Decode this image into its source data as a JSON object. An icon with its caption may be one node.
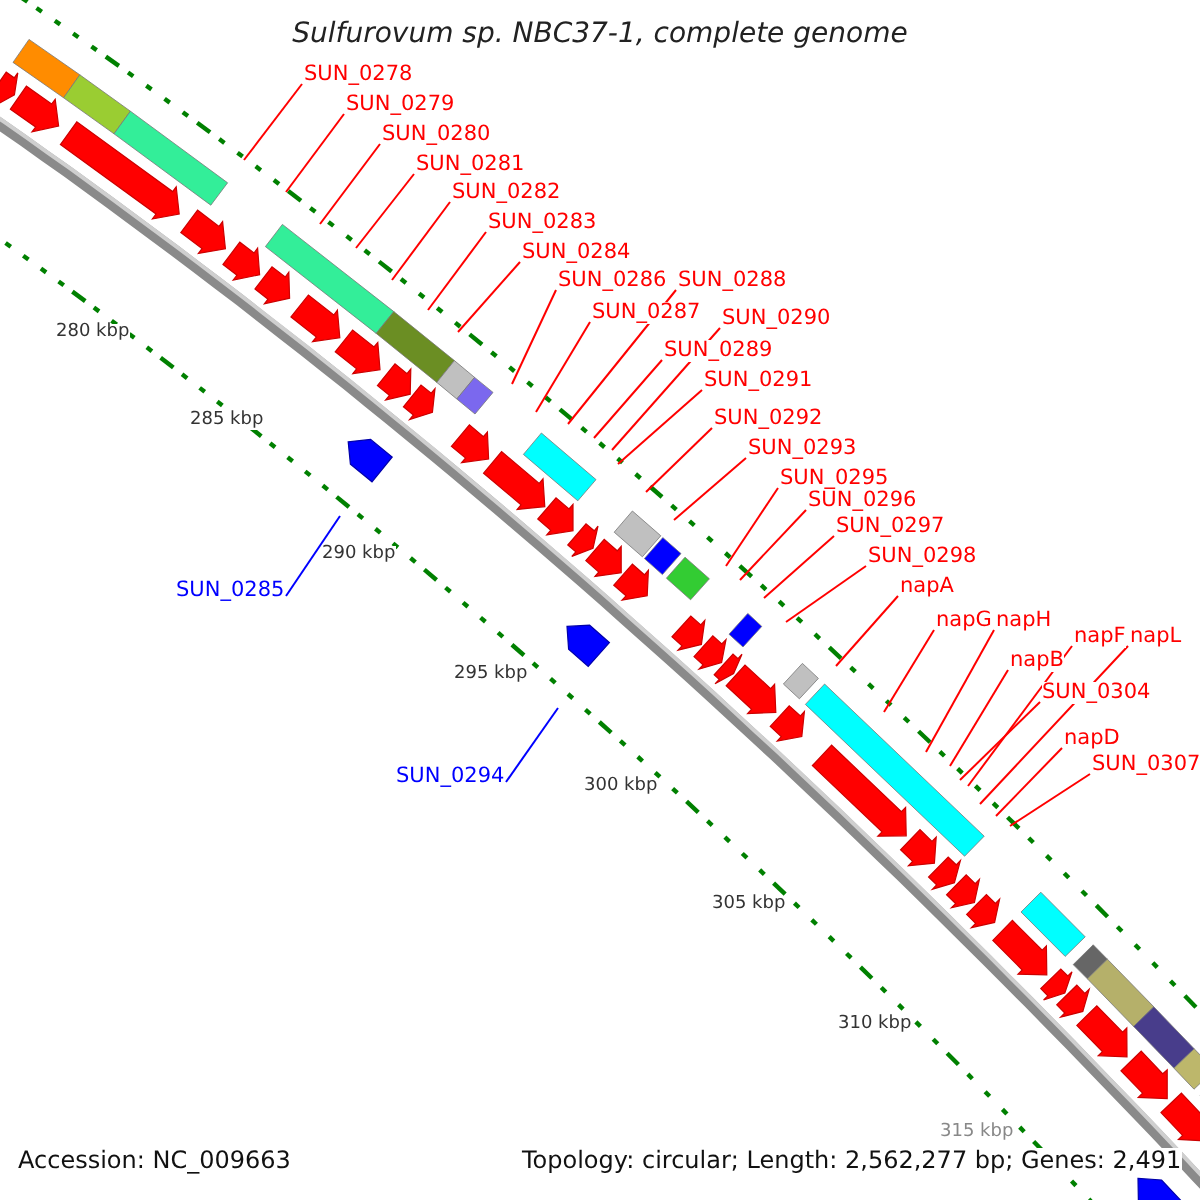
{
  "diagram": {
    "title": "Sulfurovum sp. NBC37-1, complete genome",
    "nodes": [
      {
        "text": [
          "SUN_0278"
        ]
      },
      {
        "text": [
          "SUN_0279"
        ]
      },
      {
        "text": [
          "SUN_0280"
        ]
      },
      {
        "text": [
          "SUN_0281"
        ]
      },
      {
        "text": [
          "SUN_0282"
        ]
      },
      {
        "text": [
          "SUN_0283"
        ]
      },
      {
        "text": [
          "SUN_0284"
        ]
      },
      {
        "text": [
          "SUN_0286"
        ]
      },
      {
        "text": [
          "SUN_0288"
        ]
      },
      {
        "text": [
          "SUN_0287"
        ]
      },
      {
        "text": [
          "SUN_0290"
        ]
      },
      {
        "text": [
          "SUN_0289"
        ]
      },
      {
        "text": [
          "SUN_0291"
        ]
      },
      {
        "text": [
          "SUN_0292"
        ]
      },
      {
        "text": [
          "SUN_0293"
        ]
      },
      {
        "text": [
          "SUN_0295"
        ]
      },
      {
        "text": [
          "SUN_0296"
        ]
      },
      {
        "text": [
          "SUN_0297"
        ]
      },
      {
        "text": [
          "SUN_0285"
        ]
      },
      {
        "text": [
          "SUN_0298"
        ]
      },
      {
        "text": [
          "napA"
        ]
      },
      {
        "text": [
          "napG"
        ]
      },
      {
        "text": [
          "napH"
        ]
      },
      {
        "text": [
          "napF"
        ]
      },
      {
        "text": [
          "napL"
        ]
      },
      {
        "text": [
          "napB"
        ]
      },
      {
        "text": [
          "SUN_0304"
        ]
      },
      {
        "text": [
          "napD"
        ]
      },
      {
        "text": [
          "SUN_0307"
        ]
      },
      {
        "text": [
          "SUN_0294"
        ]
      }
    ],
    "edges": [
      {
        "from": 0,
        "to": null,
        "arrow": "none"
      },
      {
        "from": 1,
        "to": null,
        "arrow": "none"
      },
      {
        "from": 2,
        "to": null,
        "arrow": "none"
      },
      {
        "from": 3,
        "to": null,
        "arrow": "none"
      },
      {
        "from": 4,
        "to": null,
        "arrow": "none"
      },
      {
        "from": 5,
        "to": null,
        "arrow": "none"
      },
      {
        "from": 6,
        "to": null,
        "arrow": "none"
      },
      {
        "from": 7,
        "to": null,
        "arrow": "none"
      },
      {
        "from": 8,
        "to": null,
        "arrow": "none"
      },
      {
        "from": 9,
        "to": null,
        "arrow": "none"
      },
      {
        "from": 10,
        "to": null,
        "arrow": "none"
      },
      {
        "from": 11,
        "to": null,
        "arrow": "none"
      },
      {
        "from": 12,
        "to": null,
        "arrow": "none"
      },
      {
        "from": 13,
        "to": null,
        "arrow": "none"
      },
      {
        "from": 14,
        "to": null,
        "arrow": "none"
      },
      {
        "from": 15,
        "to": null,
        "arrow": "none"
      },
      {
        "from": 16,
        "to": null,
        "arrow": "none"
      },
      {
        "from": 17,
        "to": null,
        "arrow": "none"
      },
      {
        "from": 18,
        "to": null,
        "arrow": "none",
        "color": "#0000ff"
      },
      {
        "from": 19,
        "to": null,
        "arrow": "none"
      },
      {
        "from": 20,
        "to": null,
        "arrow": "none"
      },
      {
        "from": 21,
        "to": null,
        "arrow": "none"
      },
      {
        "from": 22,
        "to": null,
        "arrow": "none"
      },
      {
        "from": 23,
        "to": null,
        "arrow": "none"
      },
      {
        "from": 24,
        "to": null,
        "arrow": "none"
      },
      {
        "from": 25,
        "to": null,
        "arrow": "none"
      },
      {
        "from": 26,
        "to": null,
        "arrow": "none"
      },
      {
        "from": 27,
        "to": null,
        "arrow": "none"
      },
      {
        "from": 28,
        "to": null,
        "arrow": "none"
      },
      {
        "from": 29,
        "to": null,
        "arrow": "none",
        "color": "#0000ff"
      }
    ],
    "labels": [
      "280 kbp",
      "285 kbp",
      "290 kbp",
      "295 kbp",
      "300 kbp",
      "305 kbp",
      "310 kbp",
      "315 kbp",
      "Accession: NC_009663",
      "Topology: circular; Length: 2,562,277 bp; Genes: 2,491"
    ]
  }
}
